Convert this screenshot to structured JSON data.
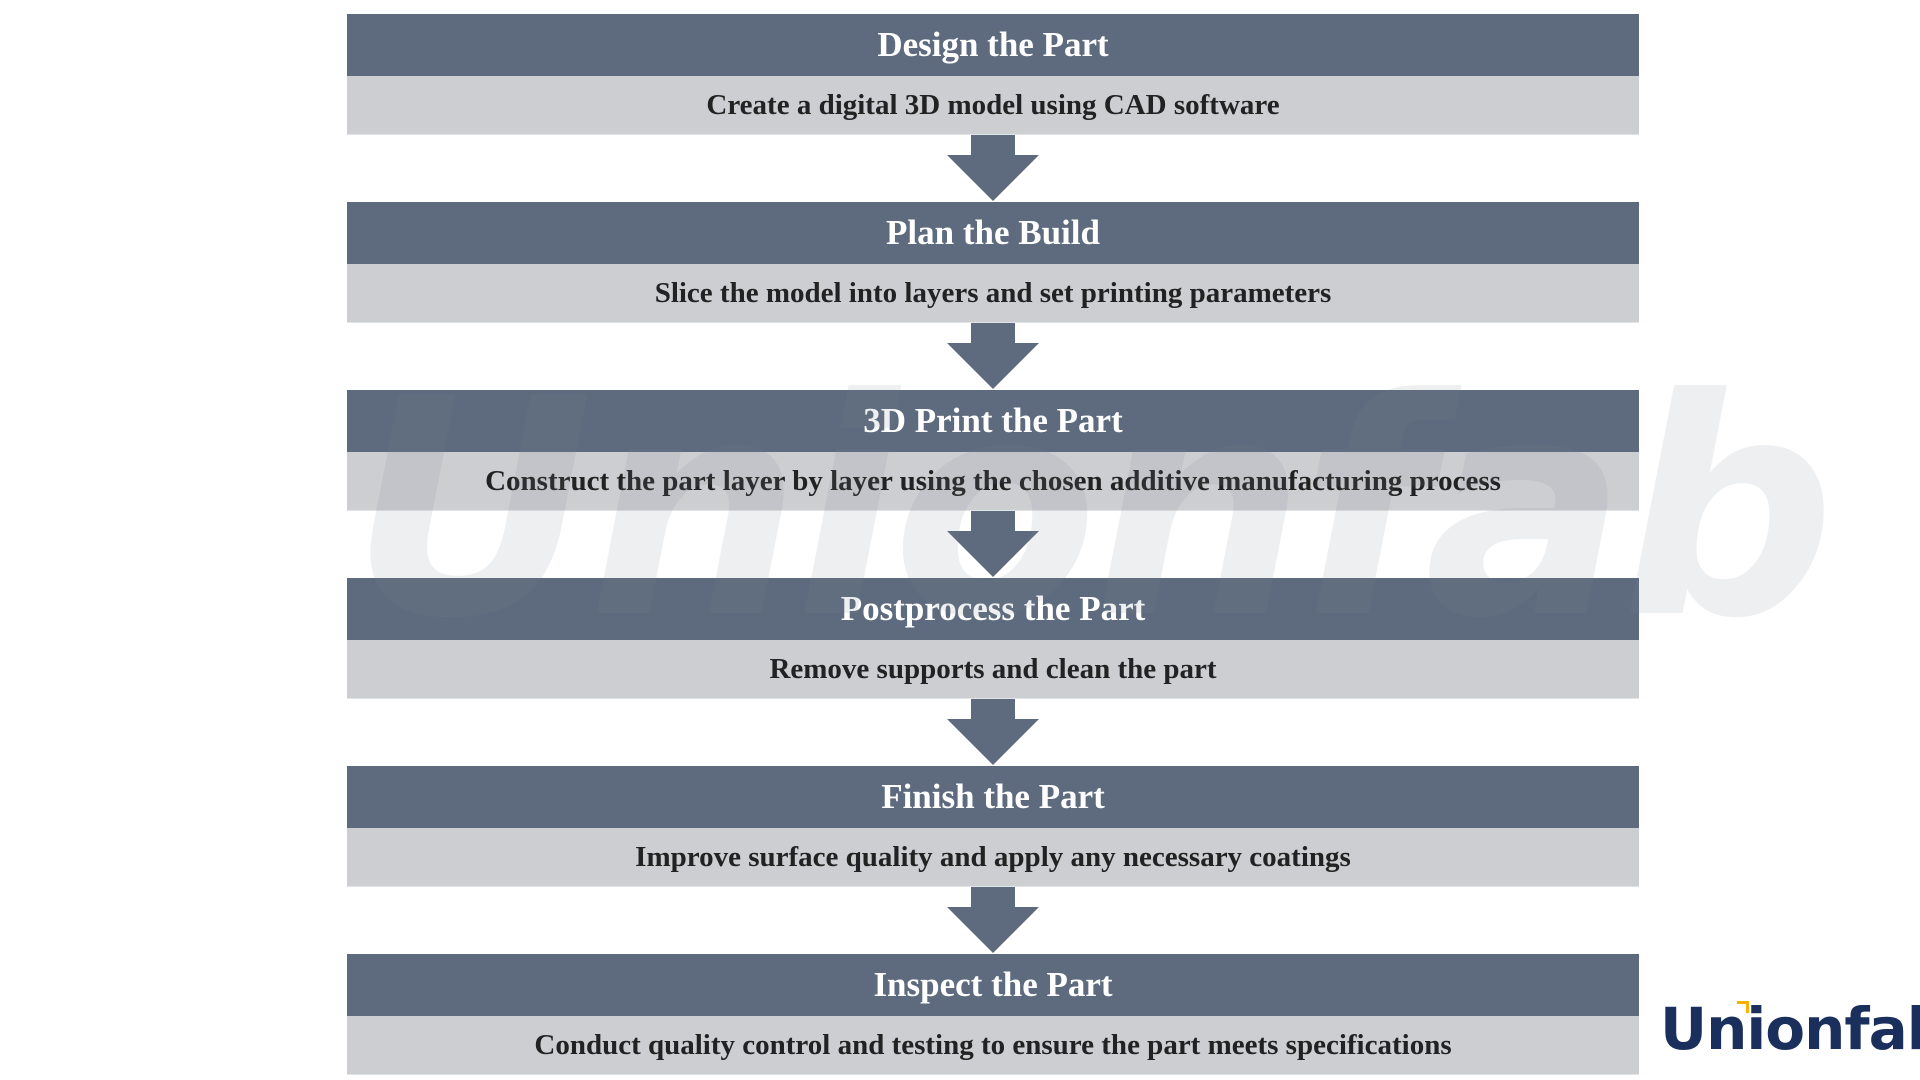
{
  "steps": [
    {
      "title": "Design the Part",
      "description": "Create a digital 3D model using CAD software"
    },
    {
      "title": "Plan the Build",
      "description": "Slice the model into layers and set printing parameters"
    },
    {
      "title": "3D Print the Part",
      "description": "Construct the part layer by layer using the chosen additive manufacturing process"
    },
    {
      "title": "Postprocess the Part",
      "description": "Remove supports and clean the part"
    },
    {
      "title": "Finish the Part",
      "description": "Improve surface quality and apply any necessary coatings"
    },
    {
      "title": "Inspect the Part",
      "description": "Conduct quality control and testing to ensure the part meets specifications"
    }
  ],
  "watermark": "Unionfab",
  "logo": "Unionfab",
  "colors": {
    "header": "#5e6b7e",
    "band": "#cdced2",
    "arrow": "#5e6b7e",
    "logo": "#1b2f5c",
    "logo_accent": "#f4b400"
  },
  "icons": {
    "connector": "arrow-down-icon"
  }
}
